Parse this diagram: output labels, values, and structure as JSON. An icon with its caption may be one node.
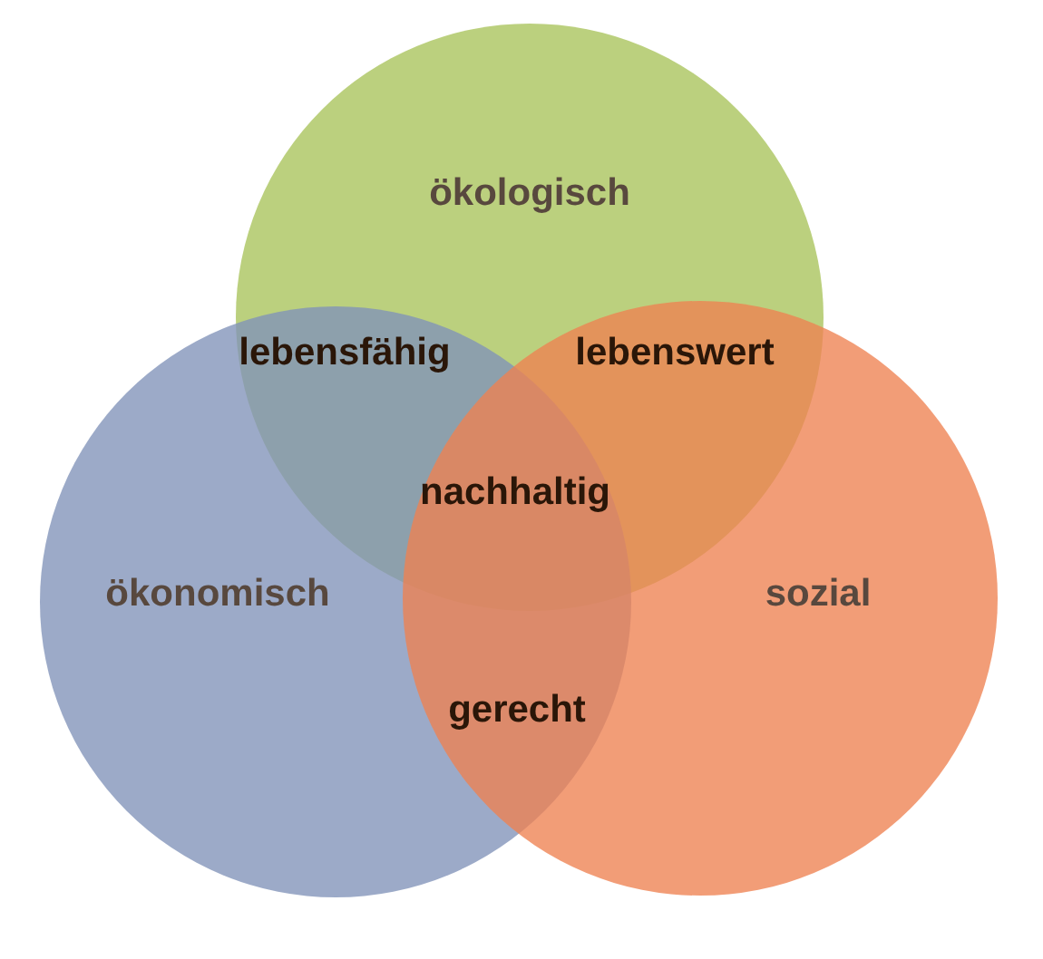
{
  "diagram": {
    "nodes": [
      {
        "text": [
          "ökologisch"
        ]
      },
      {
        "text": [
          "ökonomisch"
        ]
      },
      {
        "text": [
          "sozial"
        ]
      }
    ],
    "edges": [],
    "labels": [
      "lebensfähig",
      "lebenswert",
      "nachhaltig",
      "gerecht"
    ]
  }
}
